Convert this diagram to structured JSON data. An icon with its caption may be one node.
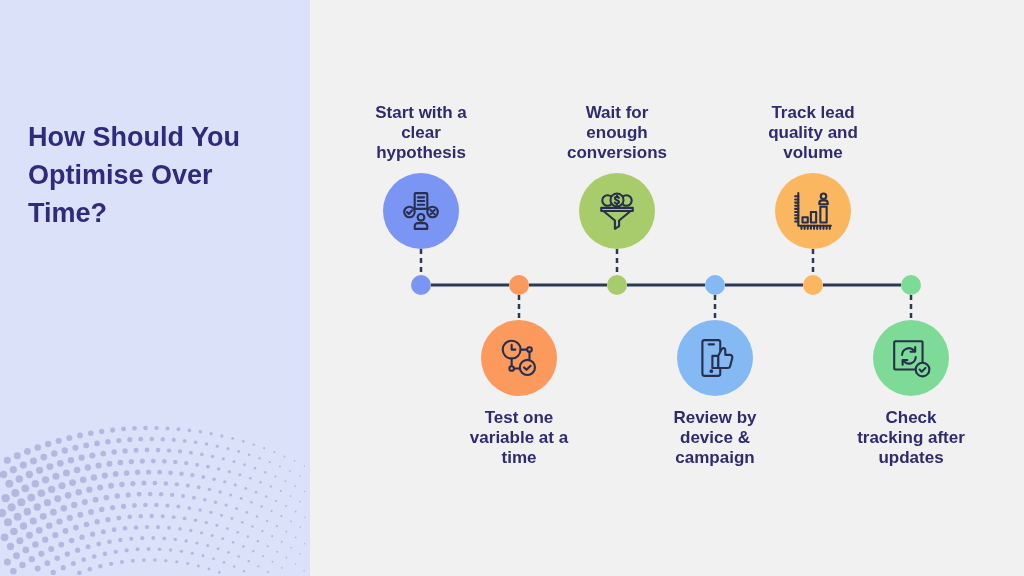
{
  "diagram": {
    "title": "How Should You Optimise Over Time?",
    "nodes": [
      {
        "text": [
          "Start with a clear hypothesis"
        ]
      },
      {
        "text": [
          "Test one variable at a time"
        ]
      },
      {
        "text": [
          "Wait for enough conversions"
        ]
      },
      {
        "text": [
          "Review by device & campaign"
        ]
      },
      {
        "text": [
          "Track lead quality and volume"
        ]
      },
      {
        "text": [
          "Check tracking after updates"
        ]
      },
      {
        "text": [],
        "shape": "circle"
      },
      {
        "text": [],
        "shape": "circle"
      },
      {
        "text": [],
        "shape": "circle"
      },
      {
        "text": [],
        "shape": "circle"
      },
      {
        "text": [],
        "shape": "circle"
      },
      {
        "text": [],
        "shape": "circle"
      }
    ],
    "edges": [
      {
        "from": 0,
        "to": 6,
        "arrow": "none",
        "style": "dashed"
      },
      {
        "from": 6,
        "to": 7,
        "arrow": "none"
      },
      {
        "from": 7,
        "to": 1,
        "arrow": "none",
        "style": "dashed"
      },
      {
        "from": 7,
        "to": 8,
        "arrow": "none"
      },
      {
        "from": 2,
        "to": 8,
        "arrow": "none",
        "style": "dashed"
      },
      {
        "from": 8,
        "to": 9,
        "arrow": "none"
      },
      {
        "from": 9,
        "to": 3,
        "arrow": "none",
        "style": "dashed"
      },
      {
        "from": 9,
        "to": 10,
        "arrow": "none"
      },
      {
        "from": 4,
        "to": 10,
        "arrow": "none",
        "style": "dashed"
      },
      {
        "from": 10,
        "to": 11,
        "arrow": "none"
      },
      {
        "from": 11,
        "to": 5,
        "arrow": "none",
        "style": "dashed"
      }
    ]
  }
}
